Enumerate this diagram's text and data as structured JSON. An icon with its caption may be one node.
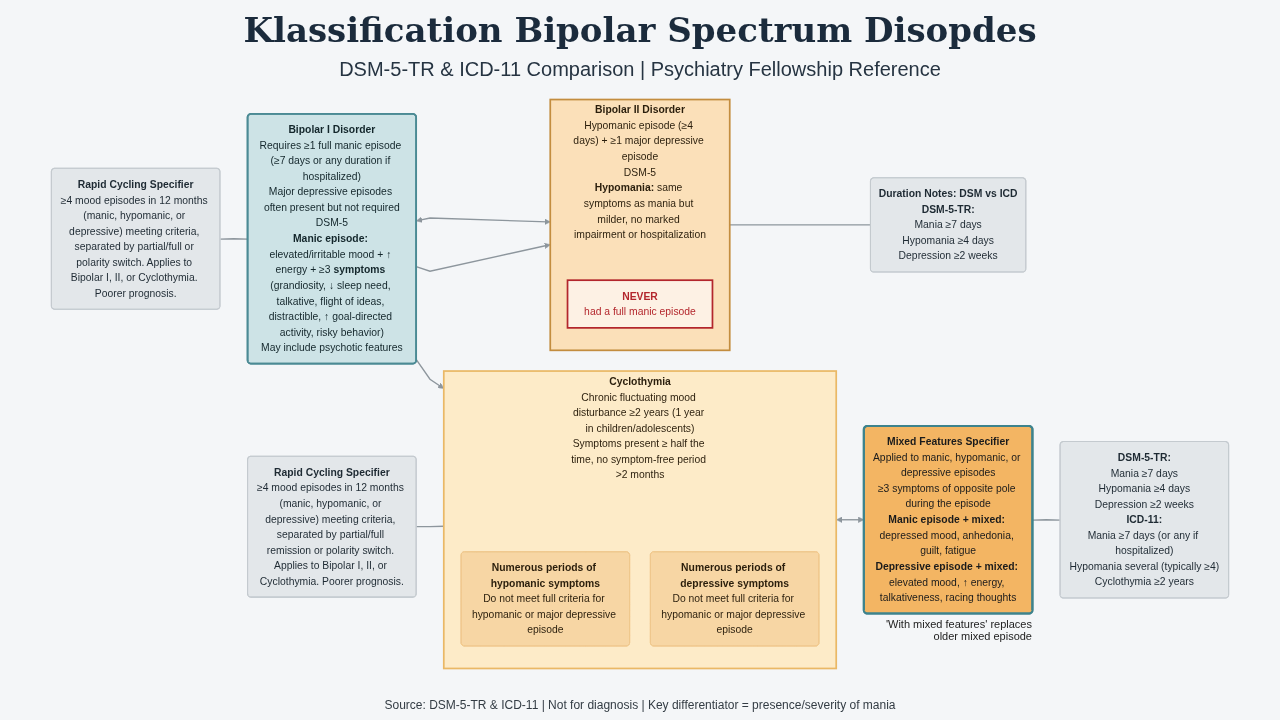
{
  "diagram": {
    "title": "Klassification Bipolar Spectrum Disopdes",
    "caption": "Source: DSM-5-TR & ICD-11 | Not for diagnosis | Key differentiator = presence/severity of mania",
    "labels": [
      "DSM-5-TR & ICD-11 Comparison | Psychiatry Fellowship Reference"
    ],
    "nodes": [
      {
        "text": [
          "Rapid Cycling Specifier",
          "≥4 mood episodes in 12 months (manic, hypomanic, or depressive) meeting criteria, separated by partial/full or polarity switch. Applies to Bipolar I, II, or Cyclothymia. Poorer prognosis."
        ]
      },
      {
        "text": [
          "Bipolar I Disorder",
          "Requires ≥1 full manic episode (≥7 days or any duration if hospitalized)",
          "Major depressive episodes often present but not required",
          "DSM-5",
          "**Manic episode:** elevated/irritable mood + ↑ energy + ≥3 **symptoms** (grandiosity, ↓ sleep need, talkative, flight of ideas, distractible, ↑ goal-directed activity, risky behavior)",
          "May include psychotic features"
        ]
      },
      {
        "text": [
          "Bipolar II Disorder",
          "Hypomanic episode (≥4 days) + ≥1 major depressive episode",
          "DSM-5",
          "**Hypomania:** same symptoms as mania but milder, no marked impairment or hospitalization"
        ]
      },
      {
        "text": [
          "NEVER",
          "had a full manic episode"
        ],
        "in": 2
      },
      {
        "text": [
          "Duration Notes: DSM vs ICD",
          "DSM-5-TR:",
          "Mania ≥7 days",
          "Hypomania ≥4 days",
          "Depression ≥2 weeks"
        ]
      },
      {
        "text": [
          "Rapid Cycling Specifier",
          "≥4 mood episodes in 12 months (manic, hypomanic, or depressive) meeting criteria, separated by partial/full remission or polarity switch. Applies to Bipolar I, II, or Cyclothymia. Poorer prognosis."
        ]
      },
      {
        "text": [
          "Cyclothymia",
          "Chronic fluctuating mood disturbance ≥2 years (1 year in children/adolescents)",
          "Symptoms present ≥ half the time, no symptom-free period >2 months"
        ]
      },
      {
        "text": [
          "Numerous periods of hypomanic symptoms",
          "Do not meet full criteria for hypomanic or major depressive episode"
        ],
        "in": 6
      },
      {
        "text": [
          "Numerous periods of depressive symptoms",
          "Do not meet full criteria for hypomanic or major depressive episode"
        ],
        "in": 6
      },
      {
        "text": [
          "Mixed Features Specifier",
          "Applied to manic, hypomanic, or depressive episodes",
          "≥3 symptoms of opposite pole during the episode",
          "**Manic episode + mixed:** depressed mood, anhedonia, guilt, fatigue",
          "**Depressive episode + mixed:** elevated mood, ↑ energy, talkativeness, racing thoughts"
        ],
        "beside": [
          "'With mixed features' replaces older mixed episode"
        ]
      },
      {
        "text": [
          "DSM-5-TR:",
          "Mania ≥7 days",
          "Hypomania ≥4 days",
          "Depression ≥2 weeks",
          "ICD-11:",
          "Mania ≥7 days (or any if hospitalized)",
          "Hypomania several (typically ≥4)",
          "Cyclothymia ≥2 years"
        ]
      }
    ],
    "edges": [
      {
        "from": 0,
        "to": 1,
        "arrow": "none"
      },
      {
        "from": 1,
        "to": 2,
        "arrow": "both"
      },
      {
        "from": 2,
        "to": 4,
        "arrow": "none"
      },
      {
        "from": 1,
        "to": 2,
        "arrow": "to"
      },
      {
        "from": 1,
        "to": 6,
        "arrow": "to"
      },
      {
        "from": 5,
        "to": 6,
        "arrow": "none"
      },
      {
        "from": 6,
        "to": 9,
        "arrow": "both"
      },
      {
        "from": 9,
        "to": 10,
        "arrow": "none"
      }
    ]
  }
}
